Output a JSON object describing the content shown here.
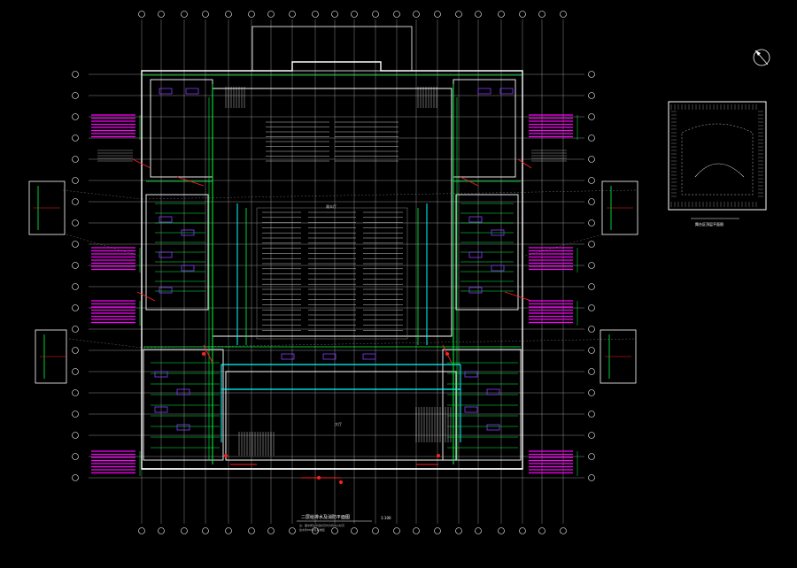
{
  "drawing": {
    "title": "二层给排水及消防平面图",
    "scale": "1:100",
    "note_line1": "注：图中所注管道标高均为管中心标高",
    "note_line2": "给水管DN详见系统图",
    "detail_title": "舞台区顶层平面图",
    "room_center": "观众厅",
    "room_lower": "大厅"
  },
  "colors": {
    "background": "#000000",
    "wall": "#ffffff",
    "grid": "#b0b0b0",
    "water": "#00ff40",
    "drain": "#00ffff",
    "fire": "#ff2020",
    "sprinkler": "#ff00ff",
    "purple": "#8a3cff",
    "seat": "#c8c8c8"
  },
  "icons": {
    "north_arrow": "compass-north-icon",
    "grid_bubble": "axis-bubble-icon"
  }
}
